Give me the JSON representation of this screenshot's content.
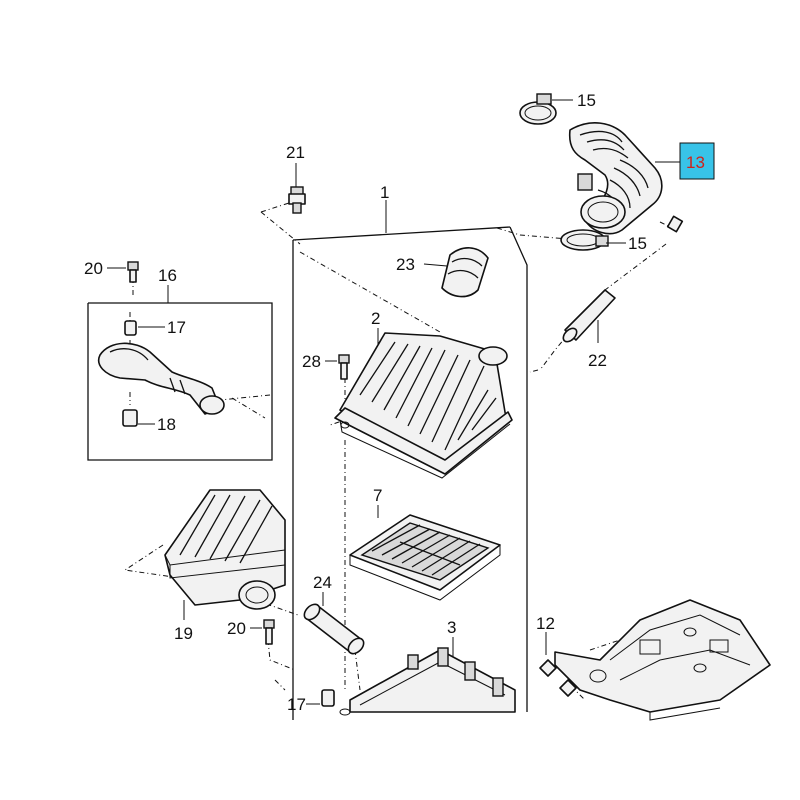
{
  "diagram": {
    "callouts": {
      "c1": "1",
      "c2": "2",
      "c3": "3",
      "c7": "7",
      "c12": "12",
      "c13": "13",
      "c15a": "15",
      "c15b": "15",
      "c16": "16",
      "c17a": "17",
      "c17b": "17",
      "c18": "18",
      "c19": "19",
      "c20a": "20",
      "c20b": "20",
      "c21": "21",
      "c22": "22",
      "c23": "23",
      "c24": "24",
      "c28": "28"
    },
    "highlighted_callout": "13",
    "colors": {
      "highlight_fill": "#38c3e8",
      "highlight_text": "#d0221b",
      "line": "#111111",
      "part_fill": "#f2f2f2"
    }
  }
}
